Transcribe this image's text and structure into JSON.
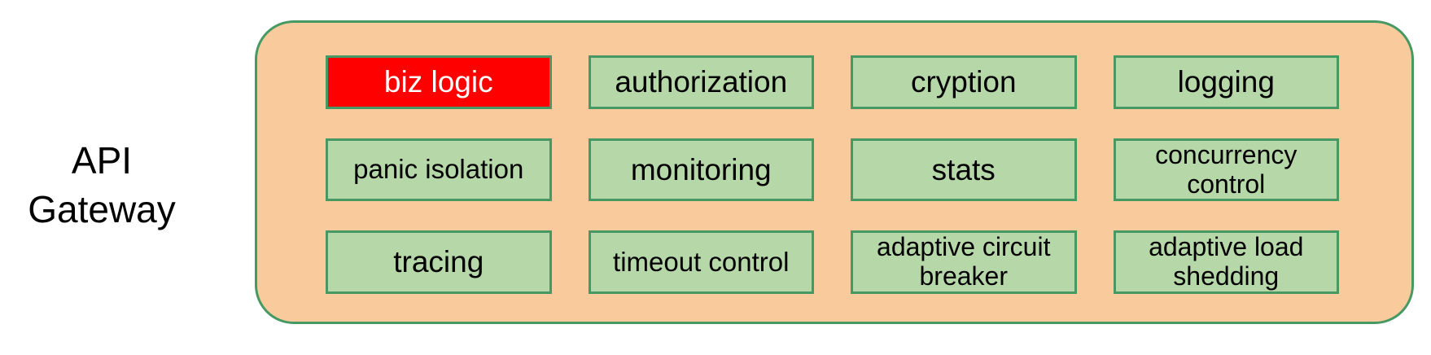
{
  "title": "API Gateway",
  "gateway": {
    "modules": [
      {
        "label": "biz logic",
        "highlight": true,
        "size": "lg"
      },
      {
        "label": "authorization",
        "highlight": false,
        "size": "lg"
      },
      {
        "label": "cryption",
        "highlight": false,
        "size": "lg"
      },
      {
        "label": "logging",
        "highlight": false,
        "size": "lg"
      },
      {
        "label": "panic isolation",
        "highlight": false,
        "size": "md"
      },
      {
        "label": "monitoring",
        "highlight": false,
        "size": "lg"
      },
      {
        "label": "stats",
        "highlight": false,
        "size": "lg"
      },
      {
        "label": "concurrency control",
        "highlight": false,
        "size": "sm"
      },
      {
        "label": "tracing",
        "highlight": false,
        "size": "lg"
      },
      {
        "label": "timeout control",
        "highlight": false,
        "size": "md"
      },
      {
        "label": "adaptive circuit breaker",
        "highlight": false,
        "size": "sm"
      },
      {
        "label": "adaptive load shedding",
        "highlight": false,
        "size": "sm"
      }
    ]
  },
  "colors": {
    "canvas_bg": "#ffffff",
    "container_fill": "#f9cb9c",
    "border_green": "#469962",
    "module_fill": "#b6d7a8",
    "highlight_fill": "#ff0000",
    "highlight_text": "#ffffff",
    "text_color": "#000000"
  }
}
